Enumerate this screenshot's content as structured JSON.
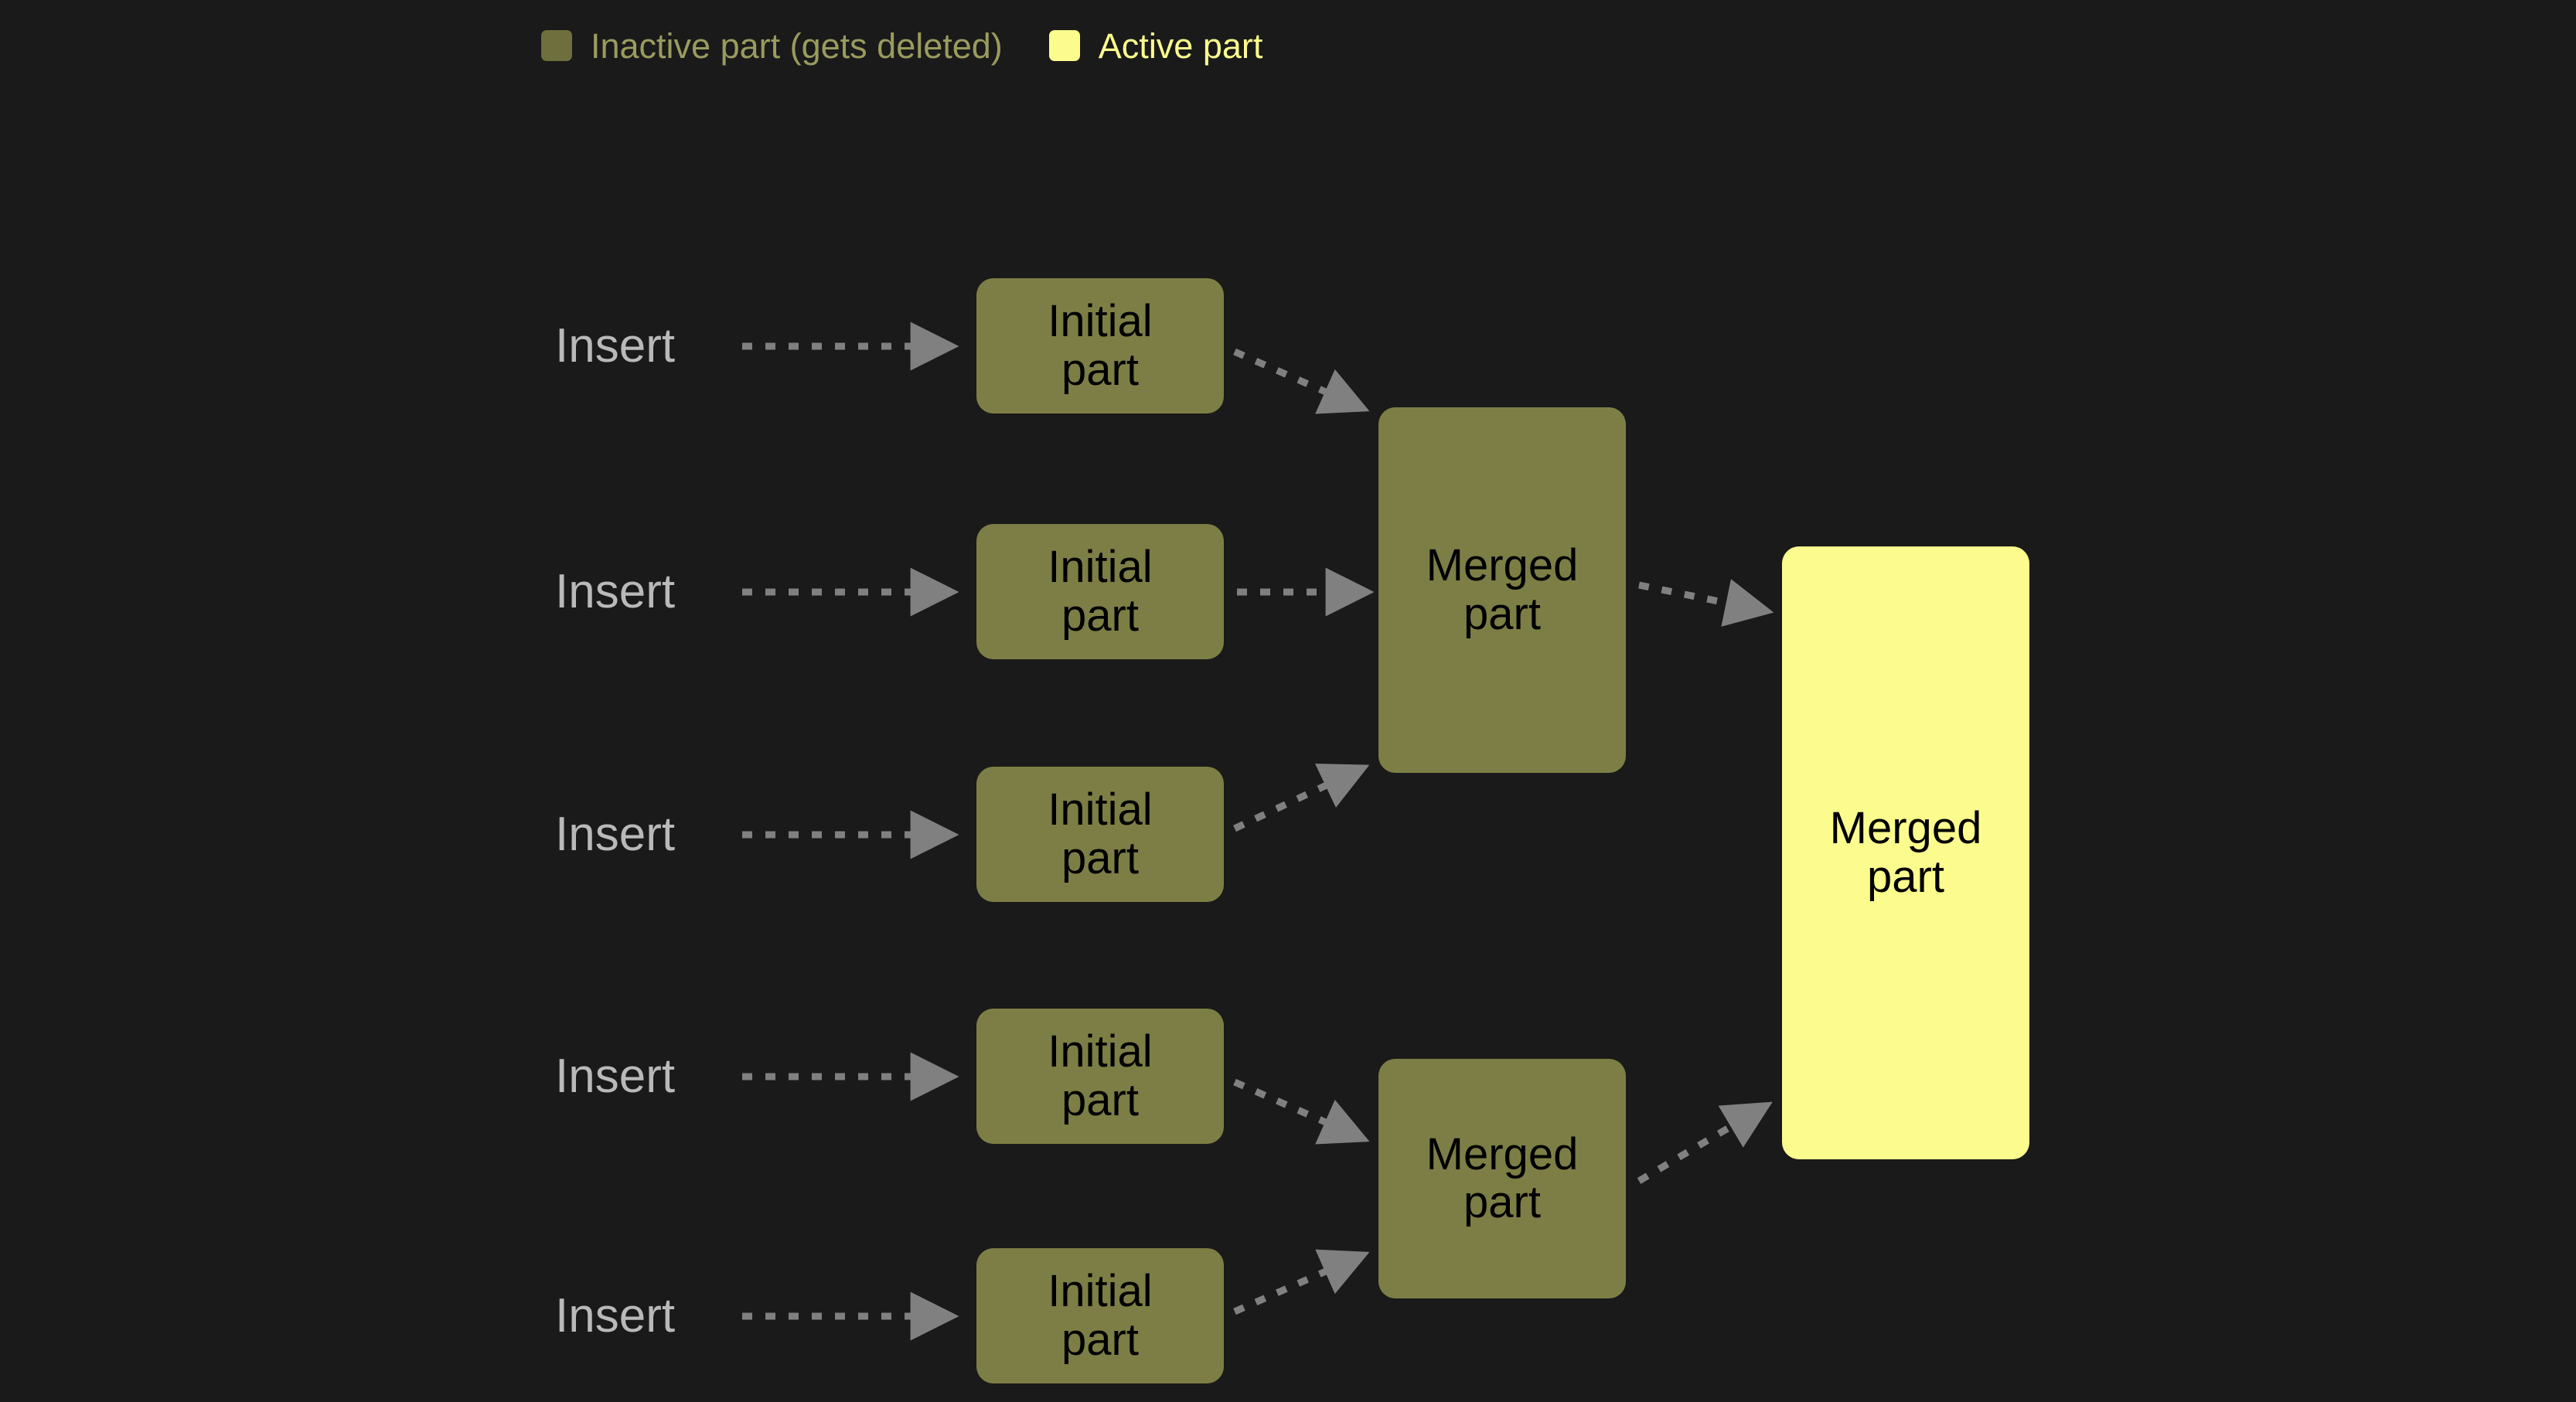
{
  "theme": {
    "background": "#1a1a1a",
    "inactive_fill": "#7d7e45",
    "inactive_legend_fill": "#6e6f3c",
    "inactive_legend_text": "#9a9b5e",
    "active_fill": "#fcfc8e",
    "node_text": "#000000",
    "insert_text": "#b9b9b9",
    "edge_color": "#808080"
  },
  "legend": {
    "items": [
      {
        "label": "Inactive part (gets deleted)",
        "swatch": "inactive"
      },
      {
        "label": "Active part",
        "swatch": "active"
      }
    ]
  },
  "diagram": {
    "type": "flow",
    "insert_labels": [
      {
        "text": "Insert"
      },
      {
        "text": "Insert"
      },
      {
        "text": "Insert"
      },
      {
        "text": "Insert"
      },
      {
        "text": "Insert"
      }
    ],
    "initial_parts": [
      {
        "text": "Initial\npart",
        "state": "inactive"
      },
      {
        "text": "Initial\npart",
        "state": "inactive"
      },
      {
        "text": "Initial\npart",
        "state": "inactive"
      },
      {
        "text": "Initial\npart",
        "state": "inactive"
      },
      {
        "text": "Initial\npart",
        "state": "inactive"
      }
    ],
    "merged_parts": [
      {
        "text": "Merged\npart",
        "state": "inactive"
      },
      {
        "text": "Merged\npart",
        "state": "inactive"
      }
    ],
    "final_part": {
      "text": "Merged\npart",
      "state": "active"
    },
    "edges": [
      {
        "from": "insert-1",
        "to": "initial-part-1",
        "style": "dotted"
      },
      {
        "from": "insert-2",
        "to": "initial-part-2",
        "style": "dotted"
      },
      {
        "from": "insert-3",
        "to": "initial-part-3",
        "style": "dotted"
      },
      {
        "from": "insert-4",
        "to": "initial-part-4",
        "style": "dotted"
      },
      {
        "from": "insert-5",
        "to": "initial-part-5",
        "style": "dotted"
      },
      {
        "from": "initial-part-1",
        "to": "merged-part-1",
        "style": "dotted"
      },
      {
        "from": "initial-part-2",
        "to": "merged-part-1",
        "style": "dotted"
      },
      {
        "from": "initial-part-3",
        "to": "merged-part-1",
        "style": "dotted"
      },
      {
        "from": "initial-part-4",
        "to": "merged-part-2",
        "style": "dotted"
      },
      {
        "from": "initial-part-5",
        "to": "merged-part-2",
        "style": "dotted"
      },
      {
        "from": "merged-part-1",
        "to": "final-merged-part",
        "style": "dotted"
      },
      {
        "from": "merged-part-2",
        "to": "final-merged-part",
        "style": "dotted"
      }
    ]
  }
}
